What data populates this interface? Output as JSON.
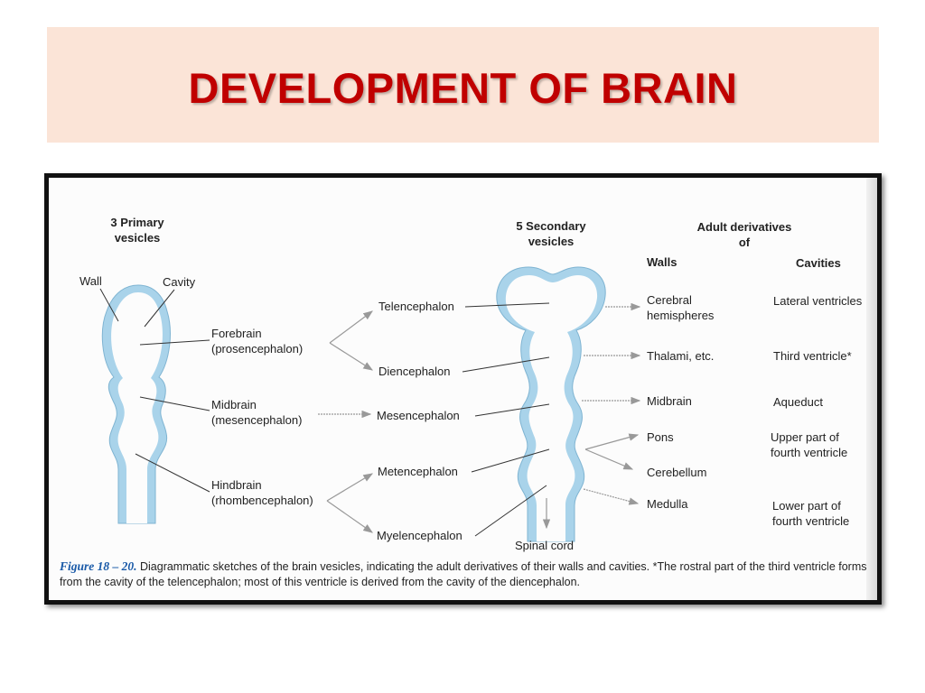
{
  "title": "DEVELOPMENT OF BRAIN",
  "headers": {
    "primary": [
      "3 Primary",
      "vesicles"
    ],
    "secondary": [
      "5 Secondary",
      "vesicles"
    ],
    "adult": [
      "Adult derivatives",
      "of"
    ],
    "walls": "Walls",
    "cavities": "Cavities"
  },
  "labels": {
    "wall": "Wall",
    "cavity": "Cavity",
    "forebrain": [
      "Forebrain",
      "(prosencephalon)"
    ],
    "midbrain": [
      "Midbrain",
      "(mesencephalon)"
    ],
    "hindbrain": [
      "Hindbrain",
      "(rhombencephalon)"
    ],
    "telencephalon": "Telencephalon",
    "diencephalon": "Diencephalon",
    "mesencephalon": "Mesencephalon",
    "metencephalon": "Metencephalon",
    "myelencephalon": "Myelencephalon",
    "spinal_cord": "Spinal cord"
  },
  "walls": {
    "cerebral": [
      "Cerebral",
      "hemispheres"
    ],
    "thalami": "Thalami, etc.",
    "midbrain": "Midbrain",
    "pons": "Pons",
    "cerebellum": "Cerebellum",
    "medulla": "Medulla"
  },
  "cavities": {
    "lateral": "Lateral ventricles",
    "third": "Third ventricle*",
    "aqueduct": "Aqueduct",
    "upper_fourth": [
      "Upper part of",
      "fourth ventricle"
    ],
    "lower_fourth": [
      "Lower part of",
      "fourth ventricle"
    ]
  },
  "caption": {
    "label": "Figure 18 – 20.",
    "text": " Diagrammatic sketches of the brain vesicles, indicating the adult derivatives of their walls and cavities. *The rostral part of the third ventricle forms from the cavity of the telencephalon; most of this ventricle is derived from the cavity of the diencephalon."
  },
  "colors": {
    "title": "#c00000",
    "band": "#fbe4d7",
    "vesicle": "#a9d3ea",
    "caption_label": "#1a5aa8"
  }
}
